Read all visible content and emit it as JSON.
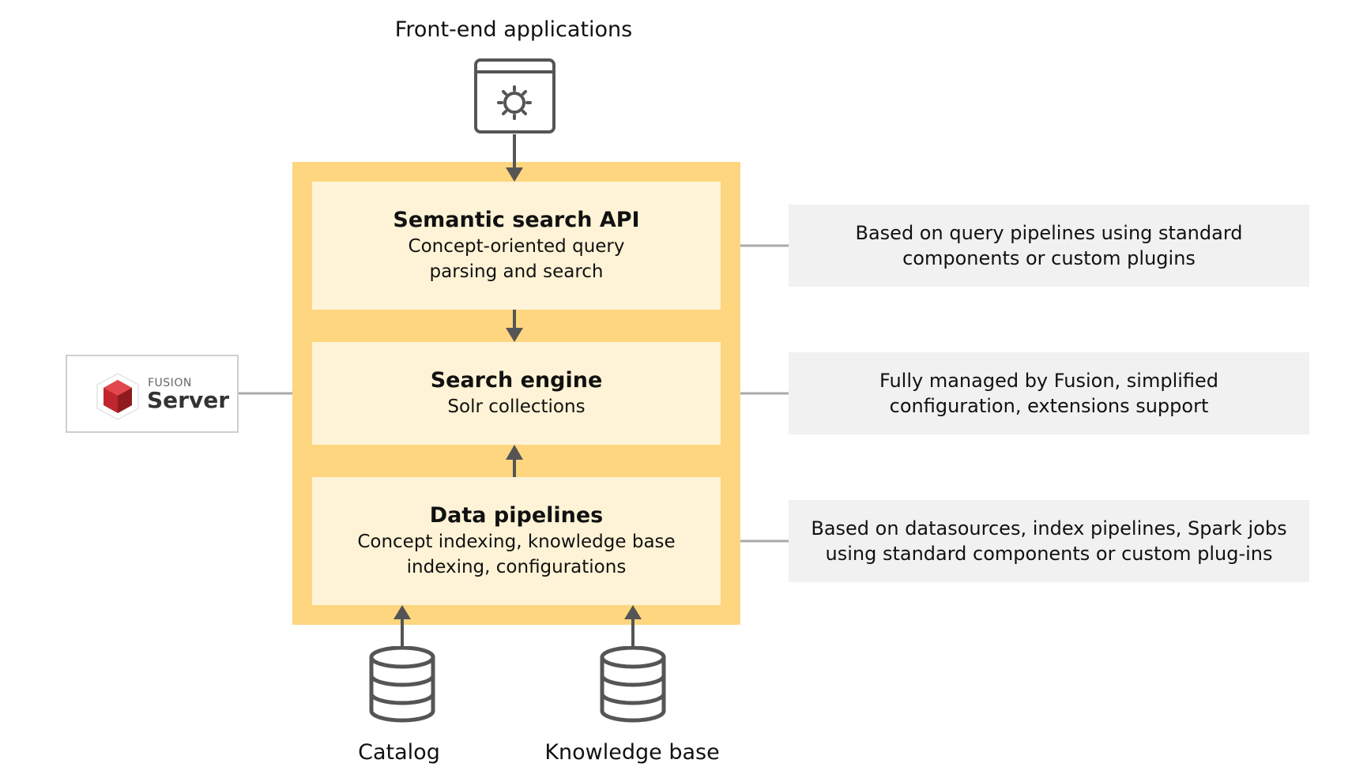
{
  "frontend": {
    "label": "Front-end applications",
    "icon": "app-window-gear-icon"
  },
  "stages": [
    {
      "title": "Semantic search API",
      "description": "Concept-oriented query parsing and search"
    },
    {
      "title": "Search engine",
      "description": "Solr collections"
    },
    {
      "title": "Data pipelines",
      "description": "Concept indexing, knowledge base indexing, configurations"
    }
  ],
  "notes": [
    "Based on query pipelines using standard components or custom plugins",
    "Fully managed by Fusion, simplified configuration, extensions support",
    "Based on datasources, index pipelines, Spark jobs using standard components or custom plug-ins"
  ],
  "logo": {
    "small": "FUSION",
    "big": "Server",
    "icon": "fusion-cube-icon"
  },
  "sources": [
    {
      "label": "Catalog",
      "icon": "database-icon"
    },
    {
      "label": "Knowledge base",
      "icon": "database-icon"
    }
  ],
  "colors": {
    "frame": "#fed680",
    "stage_fill": "#fef3d6",
    "note_fill": "#f1f1f1",
    "line": "#aaaaaa",
    "arrow": "#555555",
    "logo_red": "#c0262d"
  }
}
